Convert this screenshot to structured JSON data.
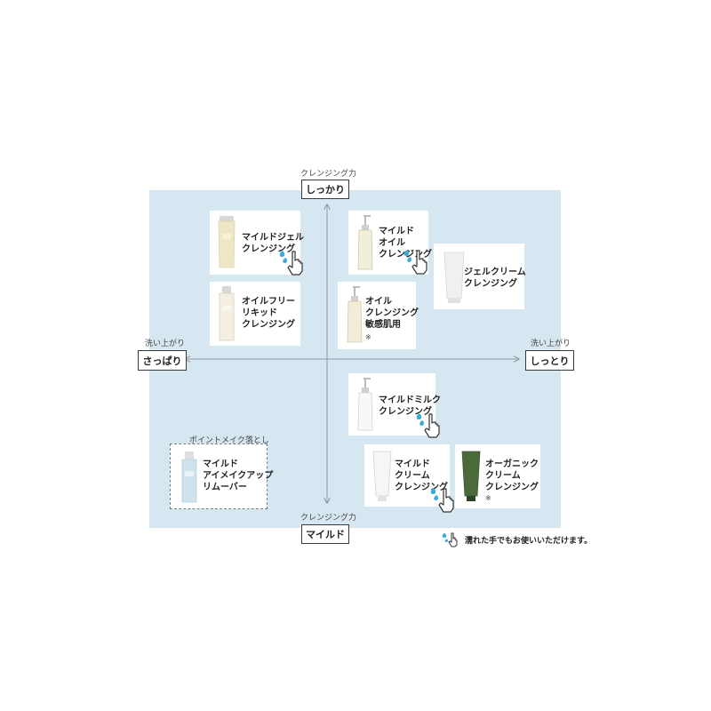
{
  "axes": {
    "top_caption": "クレンジング力",
    "top_label": "しっかり",
    "bottom_caption": "クレンジング力",
    "bottom_label": "マイルド",
    "left_caption": "洗い上がり",
    "left_label": "さっぱり",
    "right_caption": "洗い上がり",
    "right_label": "しっとり"
  },
  "products": [
    {
      "id": "mild-gel",
      "lines": [
        "マイルドジェル",
        "クレンジング"
      ],
      "wet_ok": true
    },
    {
      "id": "mild-oil",
      "lines": [
        "マイルド",
        "オイル",
        "クレンジング"
      ],
      "wet_ok": true
    },
    {
      "id": "gel-cream",
      "lines": [
        "ジェルクリーム",
        "クレンジング"
      ],
      "wet_ok": false
    },
    {
      "id": "oil-free-liquid",
      "lines": [
        "オイルフリー",
        "リキッド",
        "クレンジング"
      ],
      "wet_ok": false
    },
    {
      "id": "oil-sensitive",
      "lines": [
        "オイル",
        "クレンジング",
        "敏感肌用"
      ],
      "note": "※",
      "wet_ok": false
    },
    {
      "id": "mild-milk",
      "lines": [
        "マイルドミルク",
        "クレンジング"
      ],
      "wet_ok": true
    },
    {
      "id": "mild-cream",
      "lines": [
        "マイルド",
        "クリーム",
        "クレンジング"
      ],
      "wet_ok": true
    },
    {
      "id": "organic-cream",
      "lines": [
        "オーガニック",
        "クリーム",
        "クレンジング"
      ],
      "note": "※",
      "wet_ok": false
    }
  ],
  "point_makeup": {
    "caption": "ポイントメイク落とし",
    "lines": [
      "マイルド",
      "アイメイクアップ",
      "リムーバー"
    ]
  },
  "legend": {
    "text": "濡れた手でもお使いいただけます。"
  },
  "colors": {
    "background_area": "#d7e7f2",
    "axis_line": "#8a9aa6",
    "water_drop": "#3aa9dc"
  }
}
